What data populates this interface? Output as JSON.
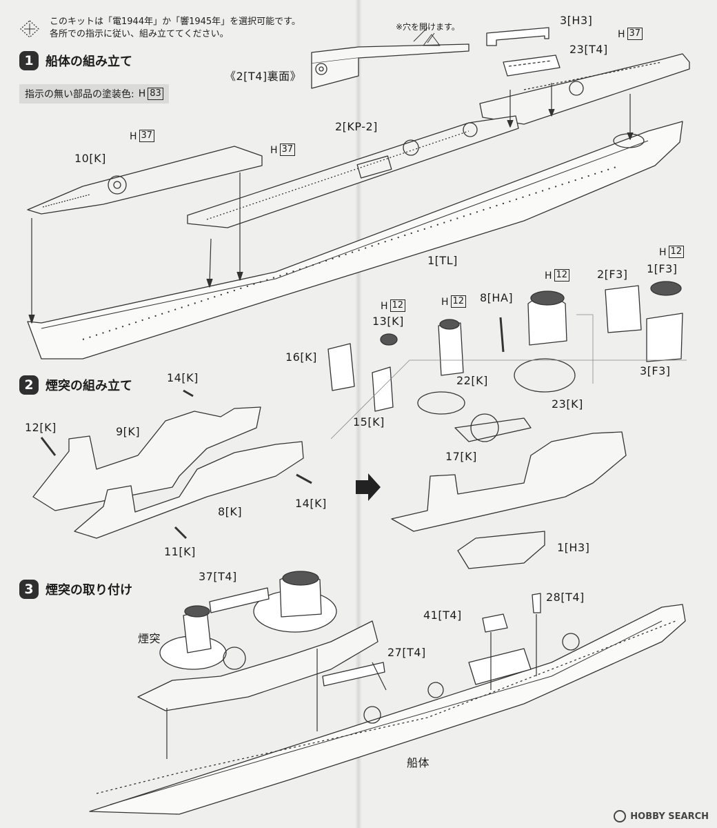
{
  "intro": {
    "line1": "このキットは「電1944年」か「響1945年」を選択可能です。",
    "line2": "各所での指示に従い、組み立ててください。"
  },
  "notes": {
    "drill": "※穴を開けます。"
  },
  "steps": [
    {
      "number": "1",
      "title": "船体の組み立て"
    },
    {
      "number": "2",
      "title": "煙突の組み立て"
    },
    {
      "number": "3",
      "title": "煙突の取り付け"
    }
  ],
  "paint_note": {
    "label": "指示の無い部品の塗装色:",
    "prefix": "H",
    "code": "83"
  },
  "reverse_label": "《2[T4]裏面》",
  "color_codes": [
    {
      "prefix": "H",
      "code": "37"
    },
    {
      "prefix": "H",
      "code": "37"
    },
    {
      "prefix": "H",
      "code": "37"
    },
    {
      "prefix": "H",
      "code": "12"
    },
    {
      "prefix": "H",
      "code": "12"
    },
    {
      "prefix": "H",
      "code": "12"
    },
    {
      "prefix": "H",
      "code": "12"
    }
  ],
  "parts": {
    "p3_h3": "3[H3]",
    "p23_t4": "23[T4]",
    "p2_kp2": "2[KP-2]",
    "p10_k": "10[K]",
    "p1_tl": "1[TL]",
    "p2_f3": "2[F3]",
    "p1_f3": "1[F3]",
    "p8_ha": "8[HA]",
    "p13_k": "13[K]",
    "p16_k": "16[K]",
    "p15_k": "15[K]",
    "p22_k": "22[K]",
    "p3_f3": "3[F3]",
    "p23_k": "23[K]",
    "p14_k_a": "14[K]",
    "p12_k": "12[K]",
    "p9_k": "9[K]",
    "p14_k_b": "14[K]",
    "p8_k": "8[K]",
    "p11_k": "11[K]",
    "p17_k": "17[K]",
    "p1_h3": "1[H3]",
    "p37_t4": "37[T4]",
    "p28_t4": "28[T4]",
    "p41_t4": "41[T4]",
    "p27_t4": "27[T4]",
    "funnel": "煙突",
    "hull": "船体"
  },
  "brand": "HOBBY SEARCH"
}
